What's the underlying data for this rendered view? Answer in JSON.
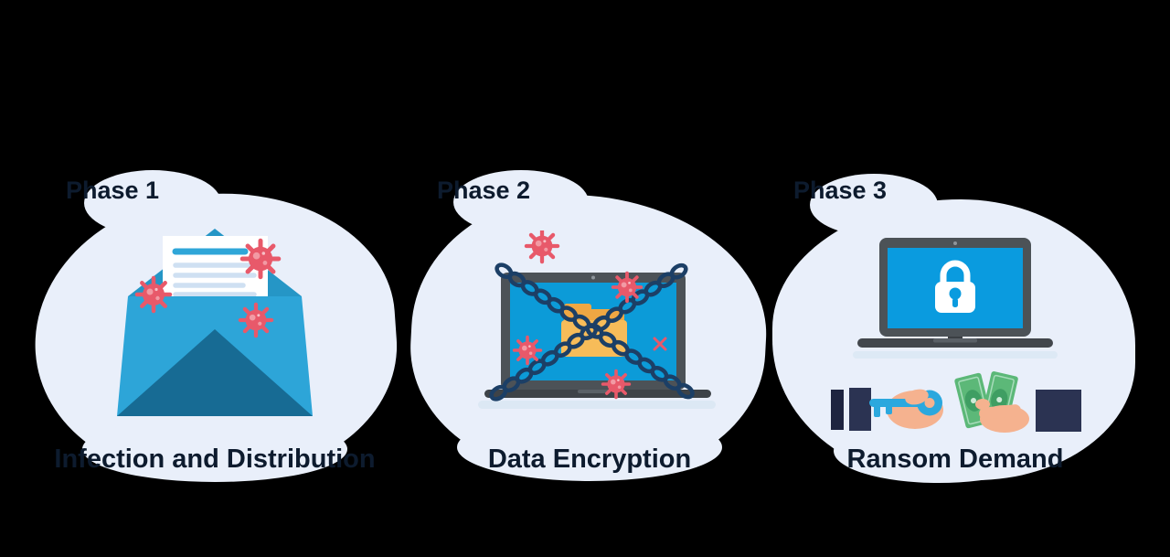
{
  "colors": {
    "background": "#000000",
    "blob": "#e9effa",
    "text": "#0d1b2e",
    "virus_red": "#e8596a",
    "screen_blue": "#0c9bd8",
    "envelope_blue": "#2da5d8",
    "envelope_dark": "#176b94",
    "folder_orange": "#efa743",
    "chain_navy": "#1c3f66",
    "laptop_gray": "#4c5257",
    "money_green": "#5cb878",
    "skin": "#f5b28f",
    "sleeve_navy": "#2b3352",
    "shadow_blue": "#dce8f4"
  },
  "phases": [
    {
      "heading": "Phase 1",
      "caption": "Infection and Distribution",
      "illustration": "open-envelope-with-infected-letter",
      "icons": [
        "envelope-icon",
        "letter-icon",
        "virus-icon"
      ]
    },
    {
      "heading": "Phase 2",
      "caption": "Data Encryption",
      "illustration": "laptop-folder-wrapped-in-chains",
      "icons": [
        "laptop-icon",
        "folder-icon",
        "chain-icon",
        "virus-icon"
      ]
    },
    {
      "heading": "Phase 3",
      "caption": "Ransom Demand",
      "illustration": "locked-laptop-key-for-money-exchange",
      "icons": [
        "laptop-icon",
        "padlock-icon",
        "key-icon",
        "money-icon",
        "hand-icon",
        "sleeve-icon"
      ]
    }
  ]
}
